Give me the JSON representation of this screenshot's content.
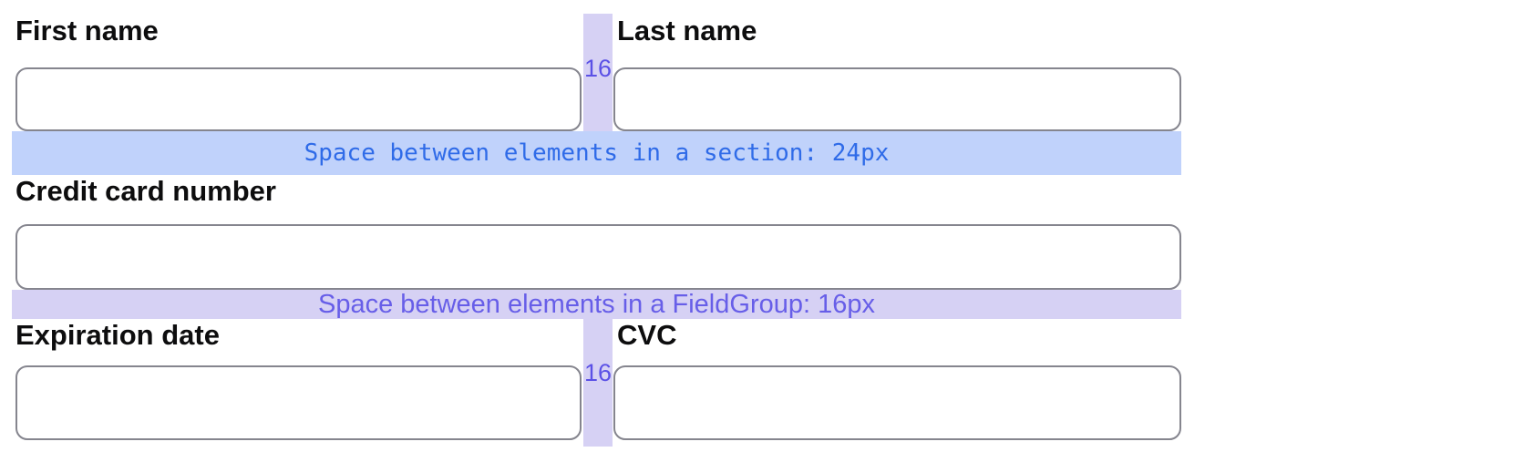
{
  "page": {
    "background_color": "#ffffff"
  },
  "form": {
    "input_border_color": "#85858e",
    "fields": {
      "first_name": {
        "label": "First name",
        "value": ""
      },
      "last_name": {
        "label": "Last name",
        "value": ""
      },
      "credit_card_number": {
        "label": "Credit card number",
        "value": ""
      },
      "expiration_date": {
        "label": "Expiration date",
        "value": ""
      },
      "cvc": {
        "label": "CVC",
        "value": ""
      }
    }
  },
  "annotations": {
    "section_gap_band": {
      "label": "Space between elements in a section: 24px",
      "band_color": "#c0d2fb",
      "text_color": "#2f6be8"
    },
    "fieldgroup_gap_band": {
      "label": "Space between elements in a FieldGroup: 16px",
      "band_color": "#d6d1f4",
      "text_color": "#675ee8"
    },
    "column_gap_marker": {
      "label": "16",
      "band_color": "#d6d1f4",
      "text_color": "#5b51e6"
    }
  }
}
